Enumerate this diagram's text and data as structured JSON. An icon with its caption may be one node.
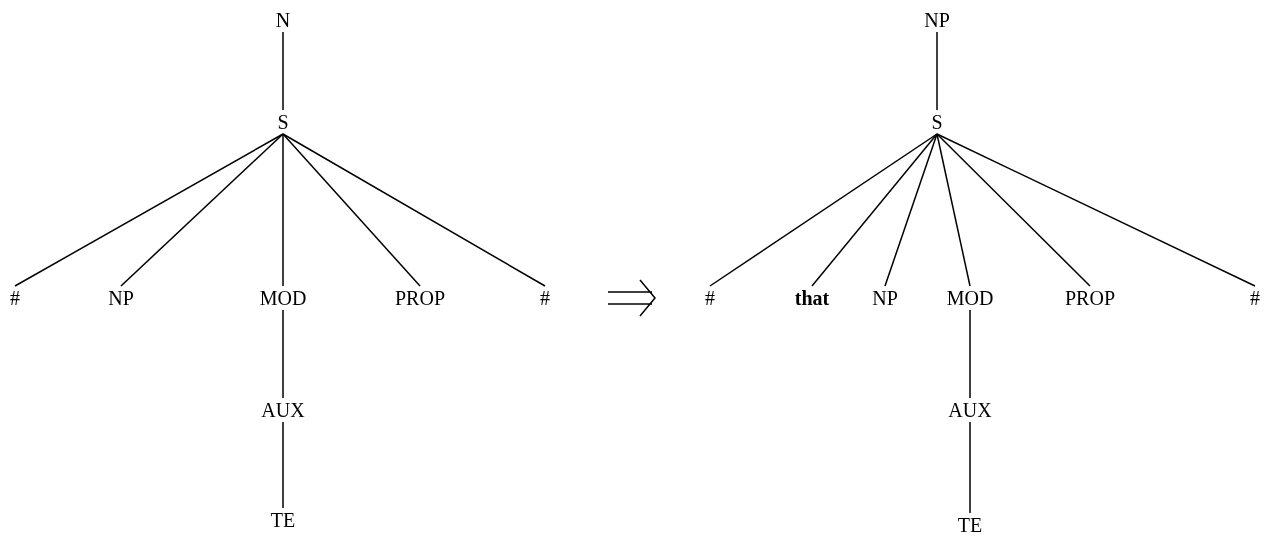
{
  "diagram": {
    "nodes": [
      {
        "text": [
          "N"
        ]
      },
      {
        "text": [
          "S"
        ]
      },
      {
        "text": [
          "#"
        ]
      },
      {
        "text": [
          "NP"
        ]
      },
      {
        "text": [
          "MOD"
        ]
      },
      {
        "text": [
          "PROP"
        ]
      },
      {
        "text": [
          "#"
        ]
      },
      {
        "text": [
          "AUX"
        ]
      },
      {
        "text": [
          "TE"
        ]
      },
      {
        "text": [
          "NP"
        ]
      },
      {
        "text": [
          "S"
        ]
      },
      {
        "text": [
          "#"
        ]
      },
      {
        "text": [
          "that"
        ]
      },
      {
        "text": [
          "NP"
        ]
      },
      {
        "text": [
          "MOD"
        ]
      },
      {
        "text": [
          "PROP"
        ]
      },
      {
        "text": [
          "#"
        ]
      },
      {
        "text": [
          "AUX"
        ]
      },
      {
        "text": [
          "TE"
        ]
      }
    ],
    "edges": [
      {
        "from": 0,
        "to": 1,
        "arrow": "none"
      },
      {
        "from": 1,
        "to": 2,
        "arrow": "none"
      },
      {
        "from": 1,
        "to": 3,
        "arrow": "none"
      },
      {
        "from": 1,
        "to": 4,
        "arrow": "none"
      },
      {
        "from": 1,
        "to": 5,
        "arrow": "none"
      },
      {
        "from": 1,
        "to": 6,
        "arrow": "none"
      },
      {
        "from": 4,
        "to": 7,
        "arrow": "none"
      },
      {
        "from": 7,
        "to": 8,
        "arrow": "none"
      },
      {
        "from": 9,
        "to": 10,
        "arrow": "none"
      },
      {
        "from": 10,
        "to": 11,
        "arrow": "none"
      },
      {
        "from": 10,
        "to": 12,
        "arrow": "none"
      },
      {
        "from": 10,
        "to": 13,
        "arrow": "none"
      },
      {
        "from": 10,
        "to": 14,
        "arrow": "none"
      },
      {
        "from": 10,
        "to": 15,
        "arrow": "none"
      },
      {
        "from": 10,
        "to": 16,
        "arrow": "none"
      },
      {
        "from": 14,
        "to": 17,
        "arrow": "none"
      },
      {
        "from": 17,
        "to": 18,
        "arrow": "none"
      }
    ]
  }
}
